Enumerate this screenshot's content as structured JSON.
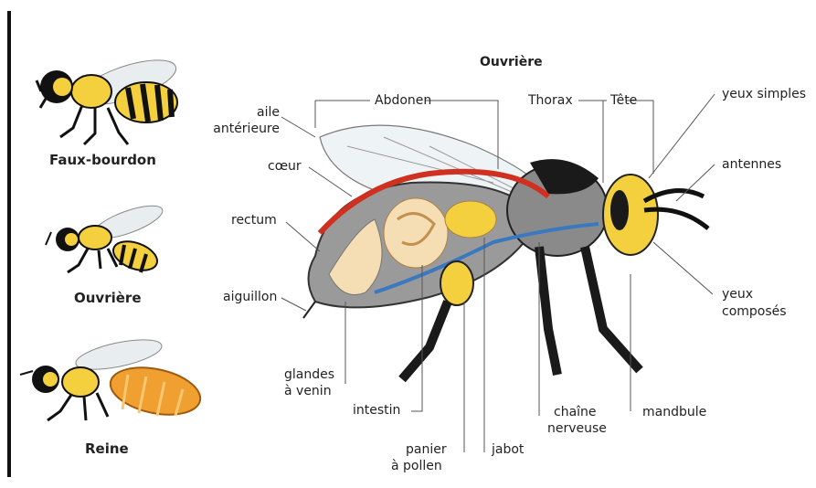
{
  "castes": [
    {
      "label": "Faux-bourdon"
    },
    {
      "label": "Ouvrière"
    },
    {
      "label": "Reine"
    }
  ],
  "diagram": {
    "title": "Ouvrière",
    "labels": {
      "abdomen": "Abdonen",
      "thorax": "Thorax",
      "head": "Tête",
      "fore_wing_1": "aile",
      "fore_wing_2": "antérieure",
      "heart": "cœur",
      "rectum": "rectum",
      "sting": "aiguillon",
      "venom_glands_1": "glandes",
      "venom_glands_2": "à venin",
      "intestine": "intestin",
      "pollen_basket_1": "panier",
      "pollen_basket_2": "à pollen",
      "crop": "jabot",
      "nerve_chain_1": "chaîne",
      "nerve_chain_2": "nerveuse",
      "mandible": "mandbule",
      "simple_eyes": "yeux simples",
      "antennae": "antennes",
      "compound_eyes_1": "yeux",
      "compound_eyes_2": "composés"
    }
  },
  "colors": {
    "yellow": "#f4d03f",
    "black": "#1a1a1a",
    "orange": "#f0a030",
    "body_grey": "#9a9a9a",
    "heart_red": "#d03020",
    "nerve_blue": "#3a78c0",
    "organ_cream": "#f5deb3"
  }
}
